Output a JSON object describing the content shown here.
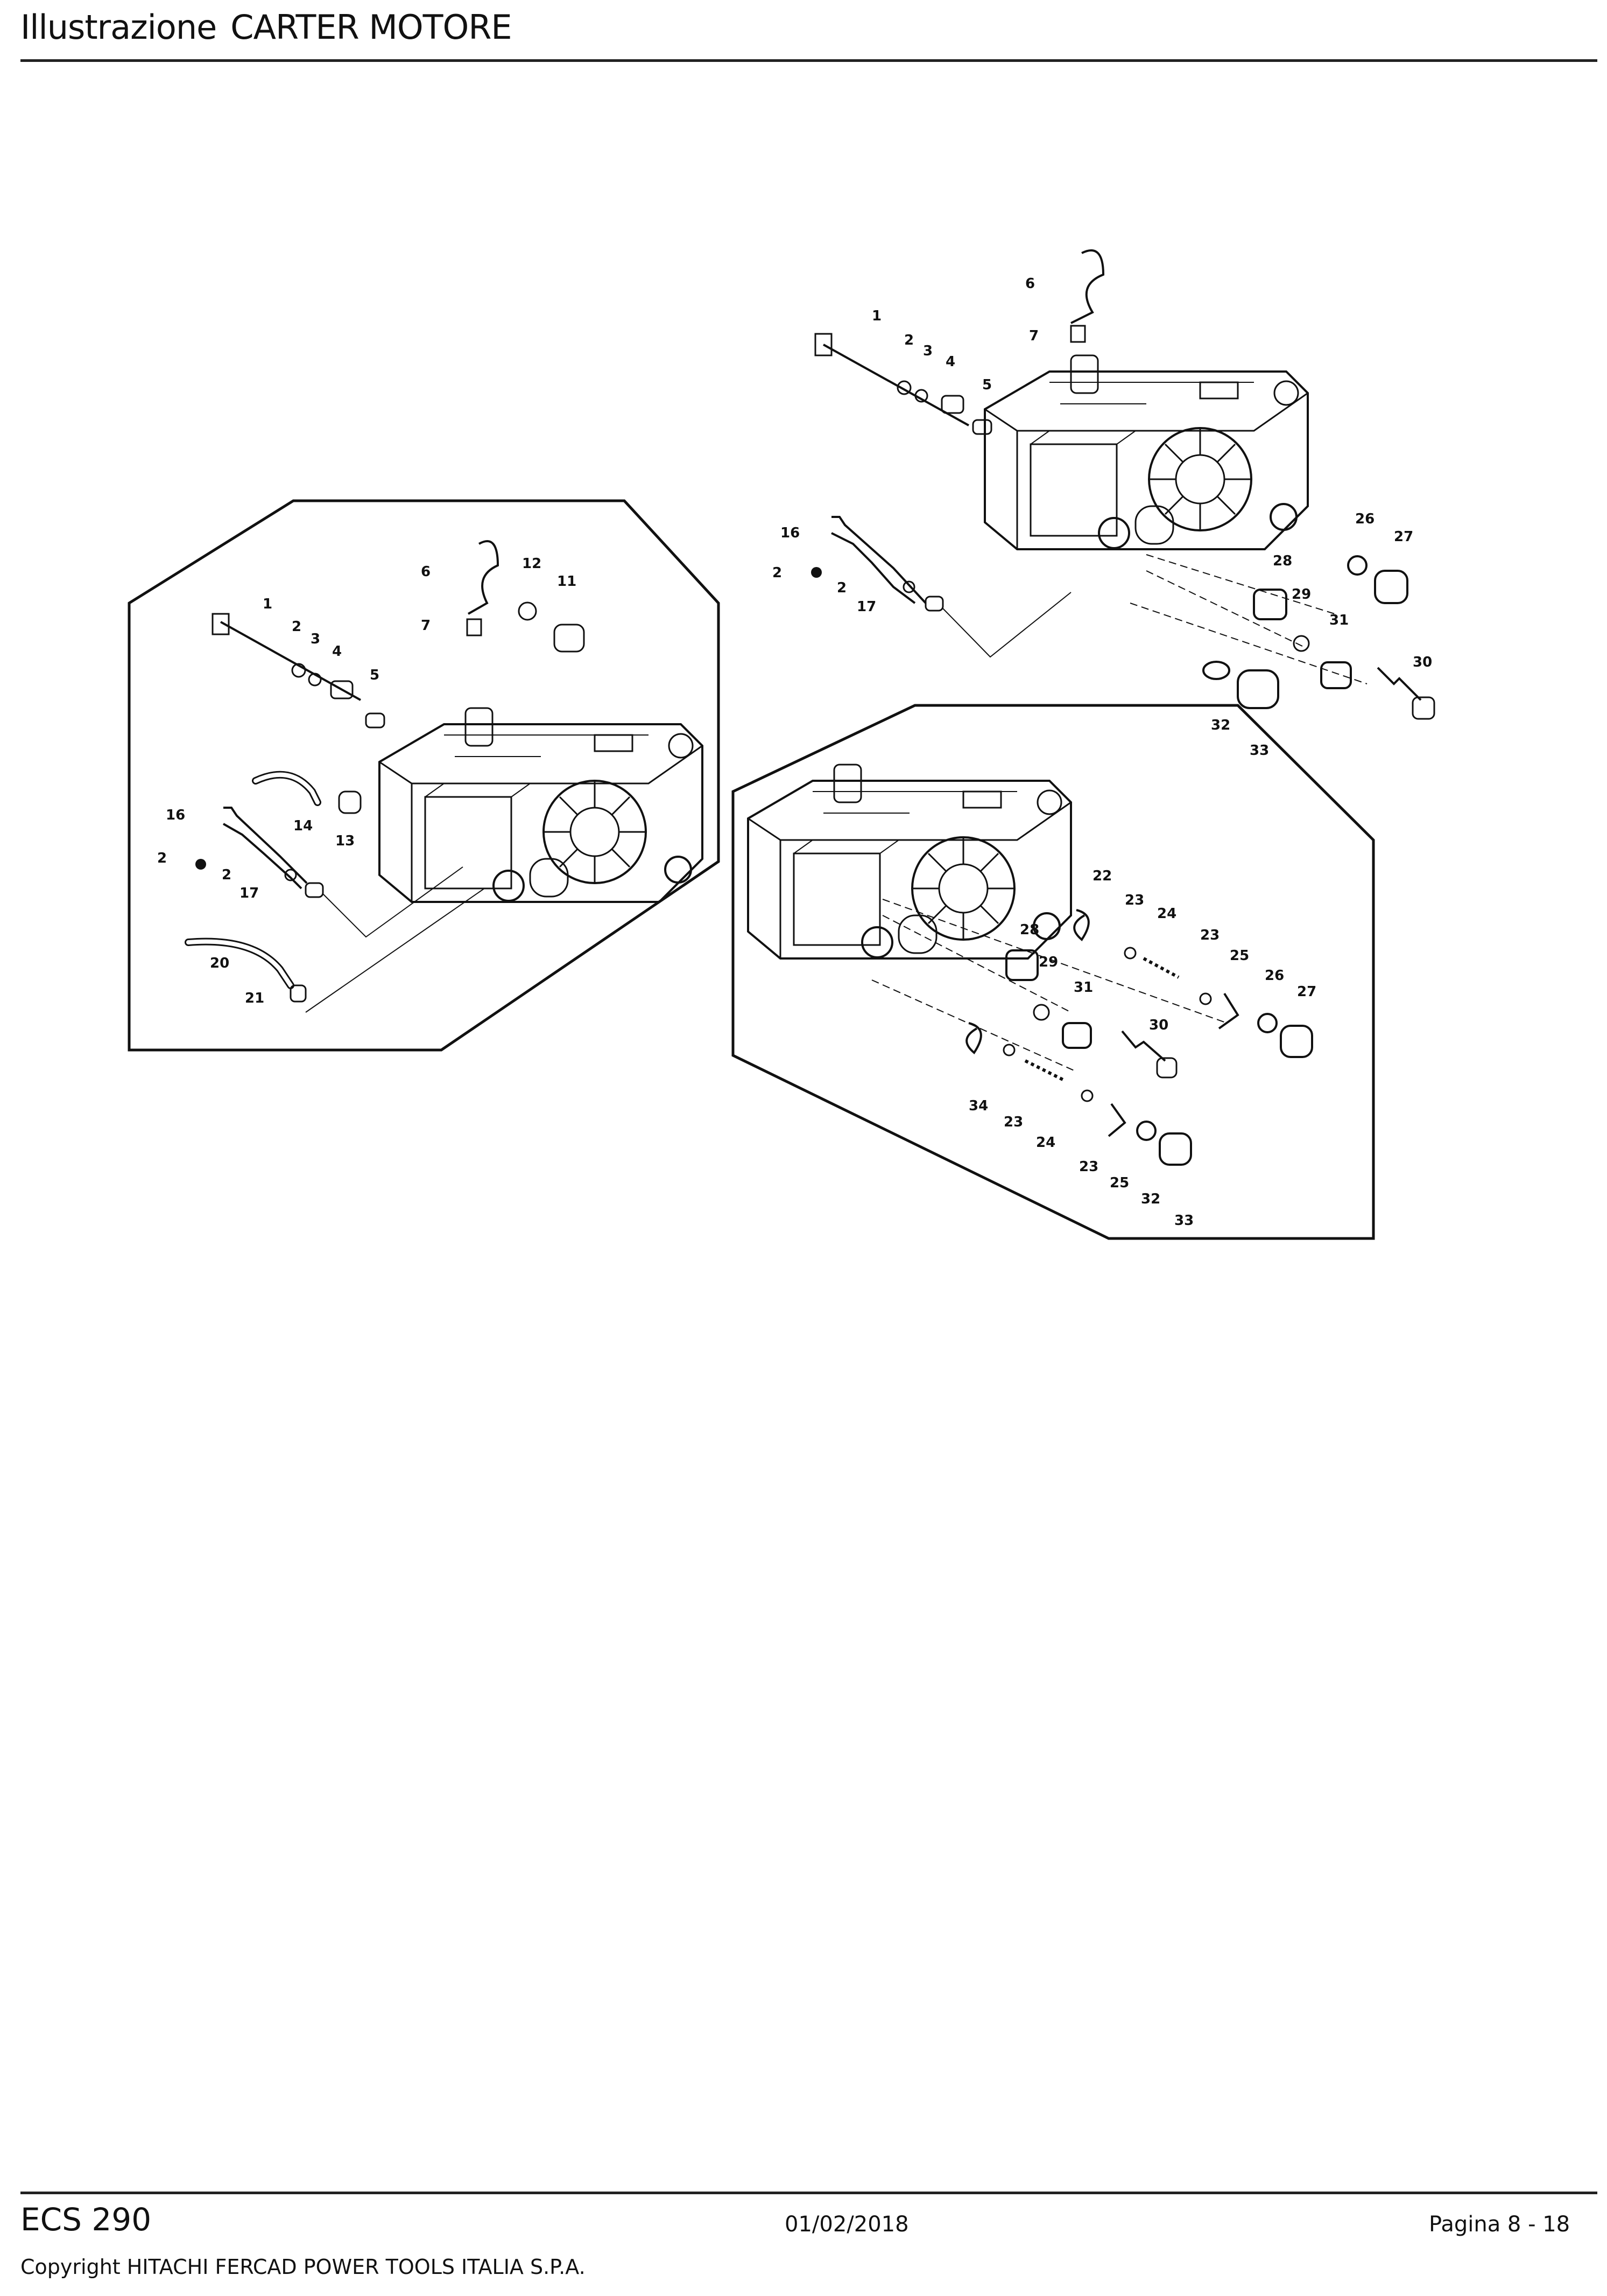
{
  "header": {
    "label": "Illustrazione",
    "title": "CARTER MOTORE"
  },
  "footer": {
    "model": "ECS 290",
    "date": "01/02/2018",
    "page": "Pagina 8 - 18",
    "copyright": "Copyright HITACHI FERCAD POWER TOOLS ITALIA S.P.A."
  },
  "callouts": {
    "main": [
      "1",
      "2",
      "3",
      "4",
      "5",
      "6",
      "7",
      "16",
      "2",
      "2",
      "17",
      "26",
      "27",
      "28",
      "29",
      "31",
      "30",
      "32",
      "33"
    ],
    "left": [
      "1",
      "2",
      "3",
      "4",
      "5",
      "6",
      "7",
      "12",
      "11",
      "14",
      "13",
      "16",
      "2",
      "2",
      "17",
      "20",
      "21"
    ],
    "right": [
      "22",
      "23",
      "24",
      "23",
      "25",
      "26",
      "27",
      "28",
      "29",
      "31",
      "30",
      "34",
      "23",
      "24",
      "23",
      "25",
      "32",
      "33"
    ]
  }
}
